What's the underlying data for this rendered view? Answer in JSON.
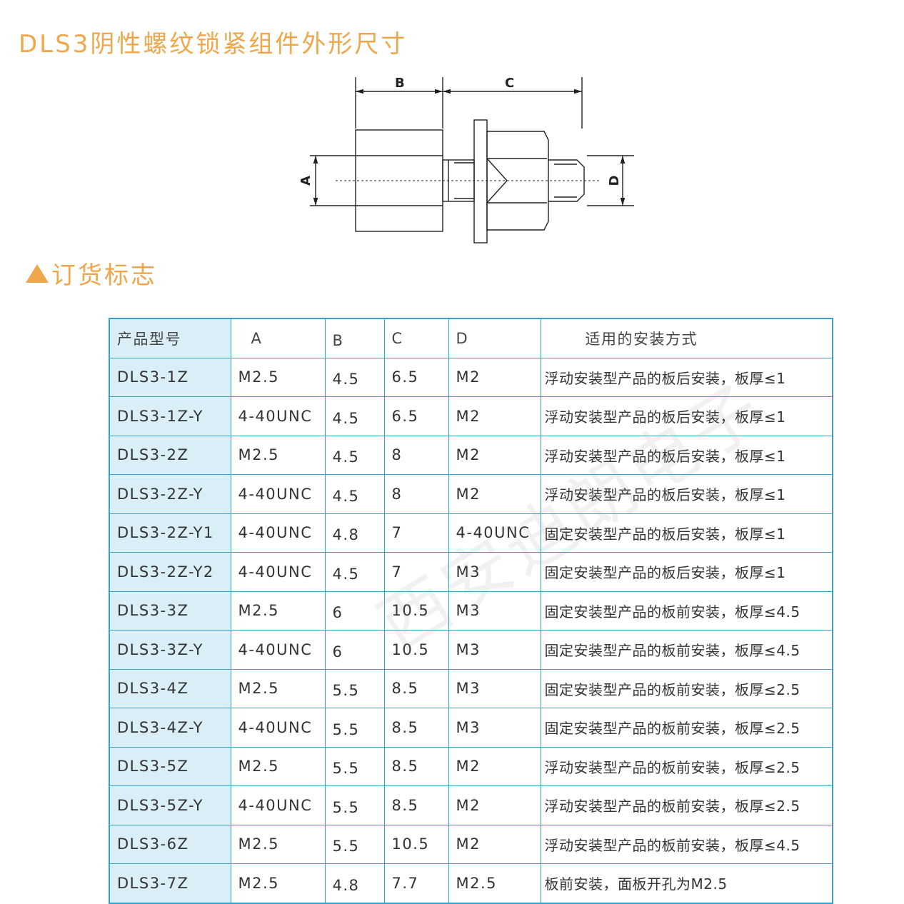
{
  "title": "DLS3阴性螺纹锁紧组件外形尺寸",
  "drawing": {
    "labels": {
      "a": "A",
      "b": "B",
      "c": "C",
      "d": "D"
    }
  },
  "section_title": "订货标志",
  "watermark": "西安迪朗电子",
  "colors": {
    "accent": "#f0a64a",
    "table_border": "#3aa0c8",
    "first_col_bg": "#d9eef6"
  },
  "table": {
    "headers": [
      "产品型号",
      "A",
      "B",
      "C",
      "D",
      "适用的安装方式"
    ],
    "rows": [
      [
        "DLS3-1Z",
        "M2.5",
        "4.5",
        "6.5",
        "M2",
        "浮动安装型产品的板后安装，板厚≤1"
      ],
      [
        "DLS3-1Z-Y",
        "4-40UNC",
        "4.5",
        "6.5",
        "M2",
        "浮动安装型产品的板后安装，板厚≤1"
      ],
      [
        "DLS3-2Z",
        "M2.5",
        "4.5",
        "8",
        "M2",
        "浮动安装型产品的板后安装，板厚≤1"
      ],
      [
        "DLS3-2Z-Y",
        "4-40UNC",
        "4.5",
        "8",
        "M2",
        "浮动安装型产品的板后安装，板厚≤1"
      ],
      [
        "DLS3-2Z-Y1",
        "4-40UNC",
        "4.8",
        "7",
        "4-40UNC",
        "固定安装型产品的板后安装，板厚≤1"
      ],
      [
        "DLS3-2Z-Y2",
        "4-40UNC",
        "4.5",
        "7",
        "M3",
        "固定安装型产品的板后安装，板厚≤1"
      ],
      [
        "DLS3-3Z",
        "M2.5",
        "6",
        "10.5",
        "M3",
        "固定安装型产品的板前安装，板厚≤4.5"
      ],
      [
        "DLS3-3Z-Y",
        "4-40UNC",
        "6",
        "10.5",
        "M3",
        "固定安装型产品的板前安装，板厚≤4.5"
      ],
      [
        "DLS3-4Z",
        "M2.5",
        "5.5",
        "8.5",
        "M3",
        "固定安装型产品的板前安装，板厚≤2.5"
      ],
      [
        "DLS3-4Z-Y",
        "4-40UNC",
        "5.5",
        "8.5",
        "M3",
        "固定安装型产品的板前安装，板厚≤2.5"
      ],
      [
        "DLS3-5Z",
        "M2.5",
        "5.5",
        "8.5",
        "M2",
        "浮动安装型产品的板前安装，板厚≤2.5"
      ],
      [
        "DLS3-5Z-Y",
        "4-40UNC",
        "5.5",
        "8.5",
        "M2",
        "浮动安装型产品的板前安装，板厚≤2.5"
      ],
      [
        "DLS3-6Z",
        "M2.5",
        "5.5",
        "10.5",
        "M2",
        "浮动安装型产品的板前安装，板厚≤4.5"
      ],
      [
        "DLS3-7Z",
        "M2.5",
        "4.8",
        "7.7",
        "M2.5",
        "板前安装，面板开孔为M2.5"
      ]
    ]
  }
}
